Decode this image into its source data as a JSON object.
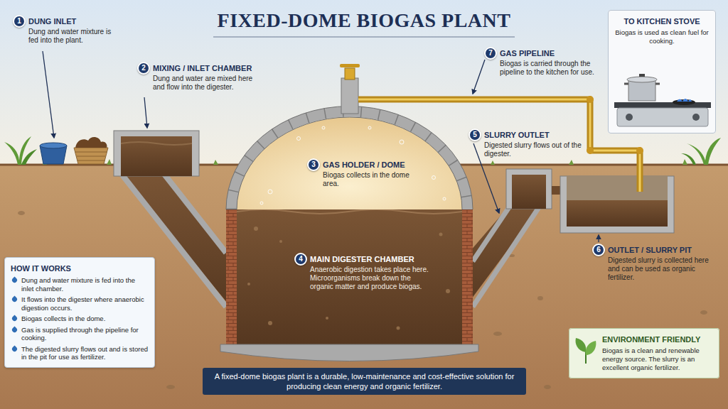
{
  "diagram": {
    "title": "FIXED-DOME BIOGAS PLANT",
    "caption": "A fixed-dome biogas plant is a durable, low-maintenance and cost-effective solution for producing clean energy and organic fertilizer.",
    "nodes": [
      {
        "text": [
          "1",
          "DUNG INLET",
          "Dung and water mixture is fed into the plant."
        ]
      },
      {
        "text": [
          "2",
          "MIXING / INLET CHAMBER",
          "Dung and water are mixed here and flow into the digester."
        ]
      },
      {
        "text": [
          "7",
          "GAS PIPELINE",
          "Biogas is carried through the pipeline to the kitchen for use."
        ]
      },
      {
        "text": [
          "TO KITCHEN STOVE",
          "Biogas is used as clean fuel for cooking."
        ]
      },
      {
        "text": [
          "5",
          "SLURRY OUTLET",
          "Digested slurry flows out of the digester."
        ]
      },
      {
        "text": [
          "3",
          "GAS HOLDER / DOME",
          "Biogas collects in the dome area."
        ]
      },
      {
        "text": [
          "6",
          "OUTLET / SLURRY PIT",
          "Digested slurry is collected here and can be used as organic fertilizer."
        ]
      },
      {
        "text": [
          "4",
          "MAIN DIGESTER CHAMBER",
          "Anaerobic digestion takes place here. Microorganisms break down the organic matter and produce biogas."
        ]
      },
      {
        "text": [
          "HOW IT WORKS",
          "Dung and water mixture is fed into the inlet chamber.",
          "It flows into the digester where anaerobic digestion occurs.",
          "Biogas collects in the dome.",
          "Gas is supplied through the pipeline for cooking.",
          "The digested slurry flows out and is stored in the pit for use as fertilizer."
        ]
      },
      {
        "text": [
          "ENVIRONMENT FRIENDLY",
          "Biogas is a clean and renewable energy source. The slurry is an excellent organic fertilizer."
        ]
      }
    ]
  }
}
